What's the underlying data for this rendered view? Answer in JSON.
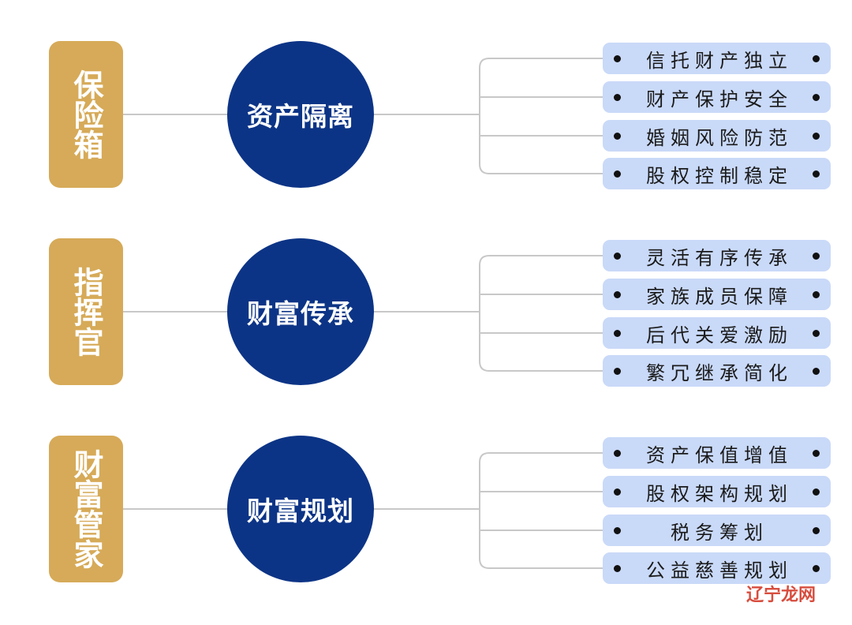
{
  "groups": [
    {
      "label": "保险箱",
      "hub": "资产隔离",
      "items": [
        "信托财产独立",
        "财产保护安全",
        "婚姻风险防范",
        "股权控制稳定"
      ]
    },
    {
      "label": "指挥官",
      "hub": "财富传承",
      "items": [
        "灵活有序传承",
        "家族成员保障",
        "后代关爱激励",
        "繁冗继承简化"
      ]
    },
    {
      "label": "财富管家",
      "hub": "财富规划",
      "items": [
        "资产保值增值",
        "股权架构规划",
        "税务筹划",
        "公益慈善规划"
      ]
    }
  ],
  "watermark": "辽宁龙网",
  "colors": {
    "label_box": "#d6aa58",
    "hub_circle": "#0c3486",
    "pill": "#c9d9f8",
    "connector": "#c8c8c8"
  }
}
